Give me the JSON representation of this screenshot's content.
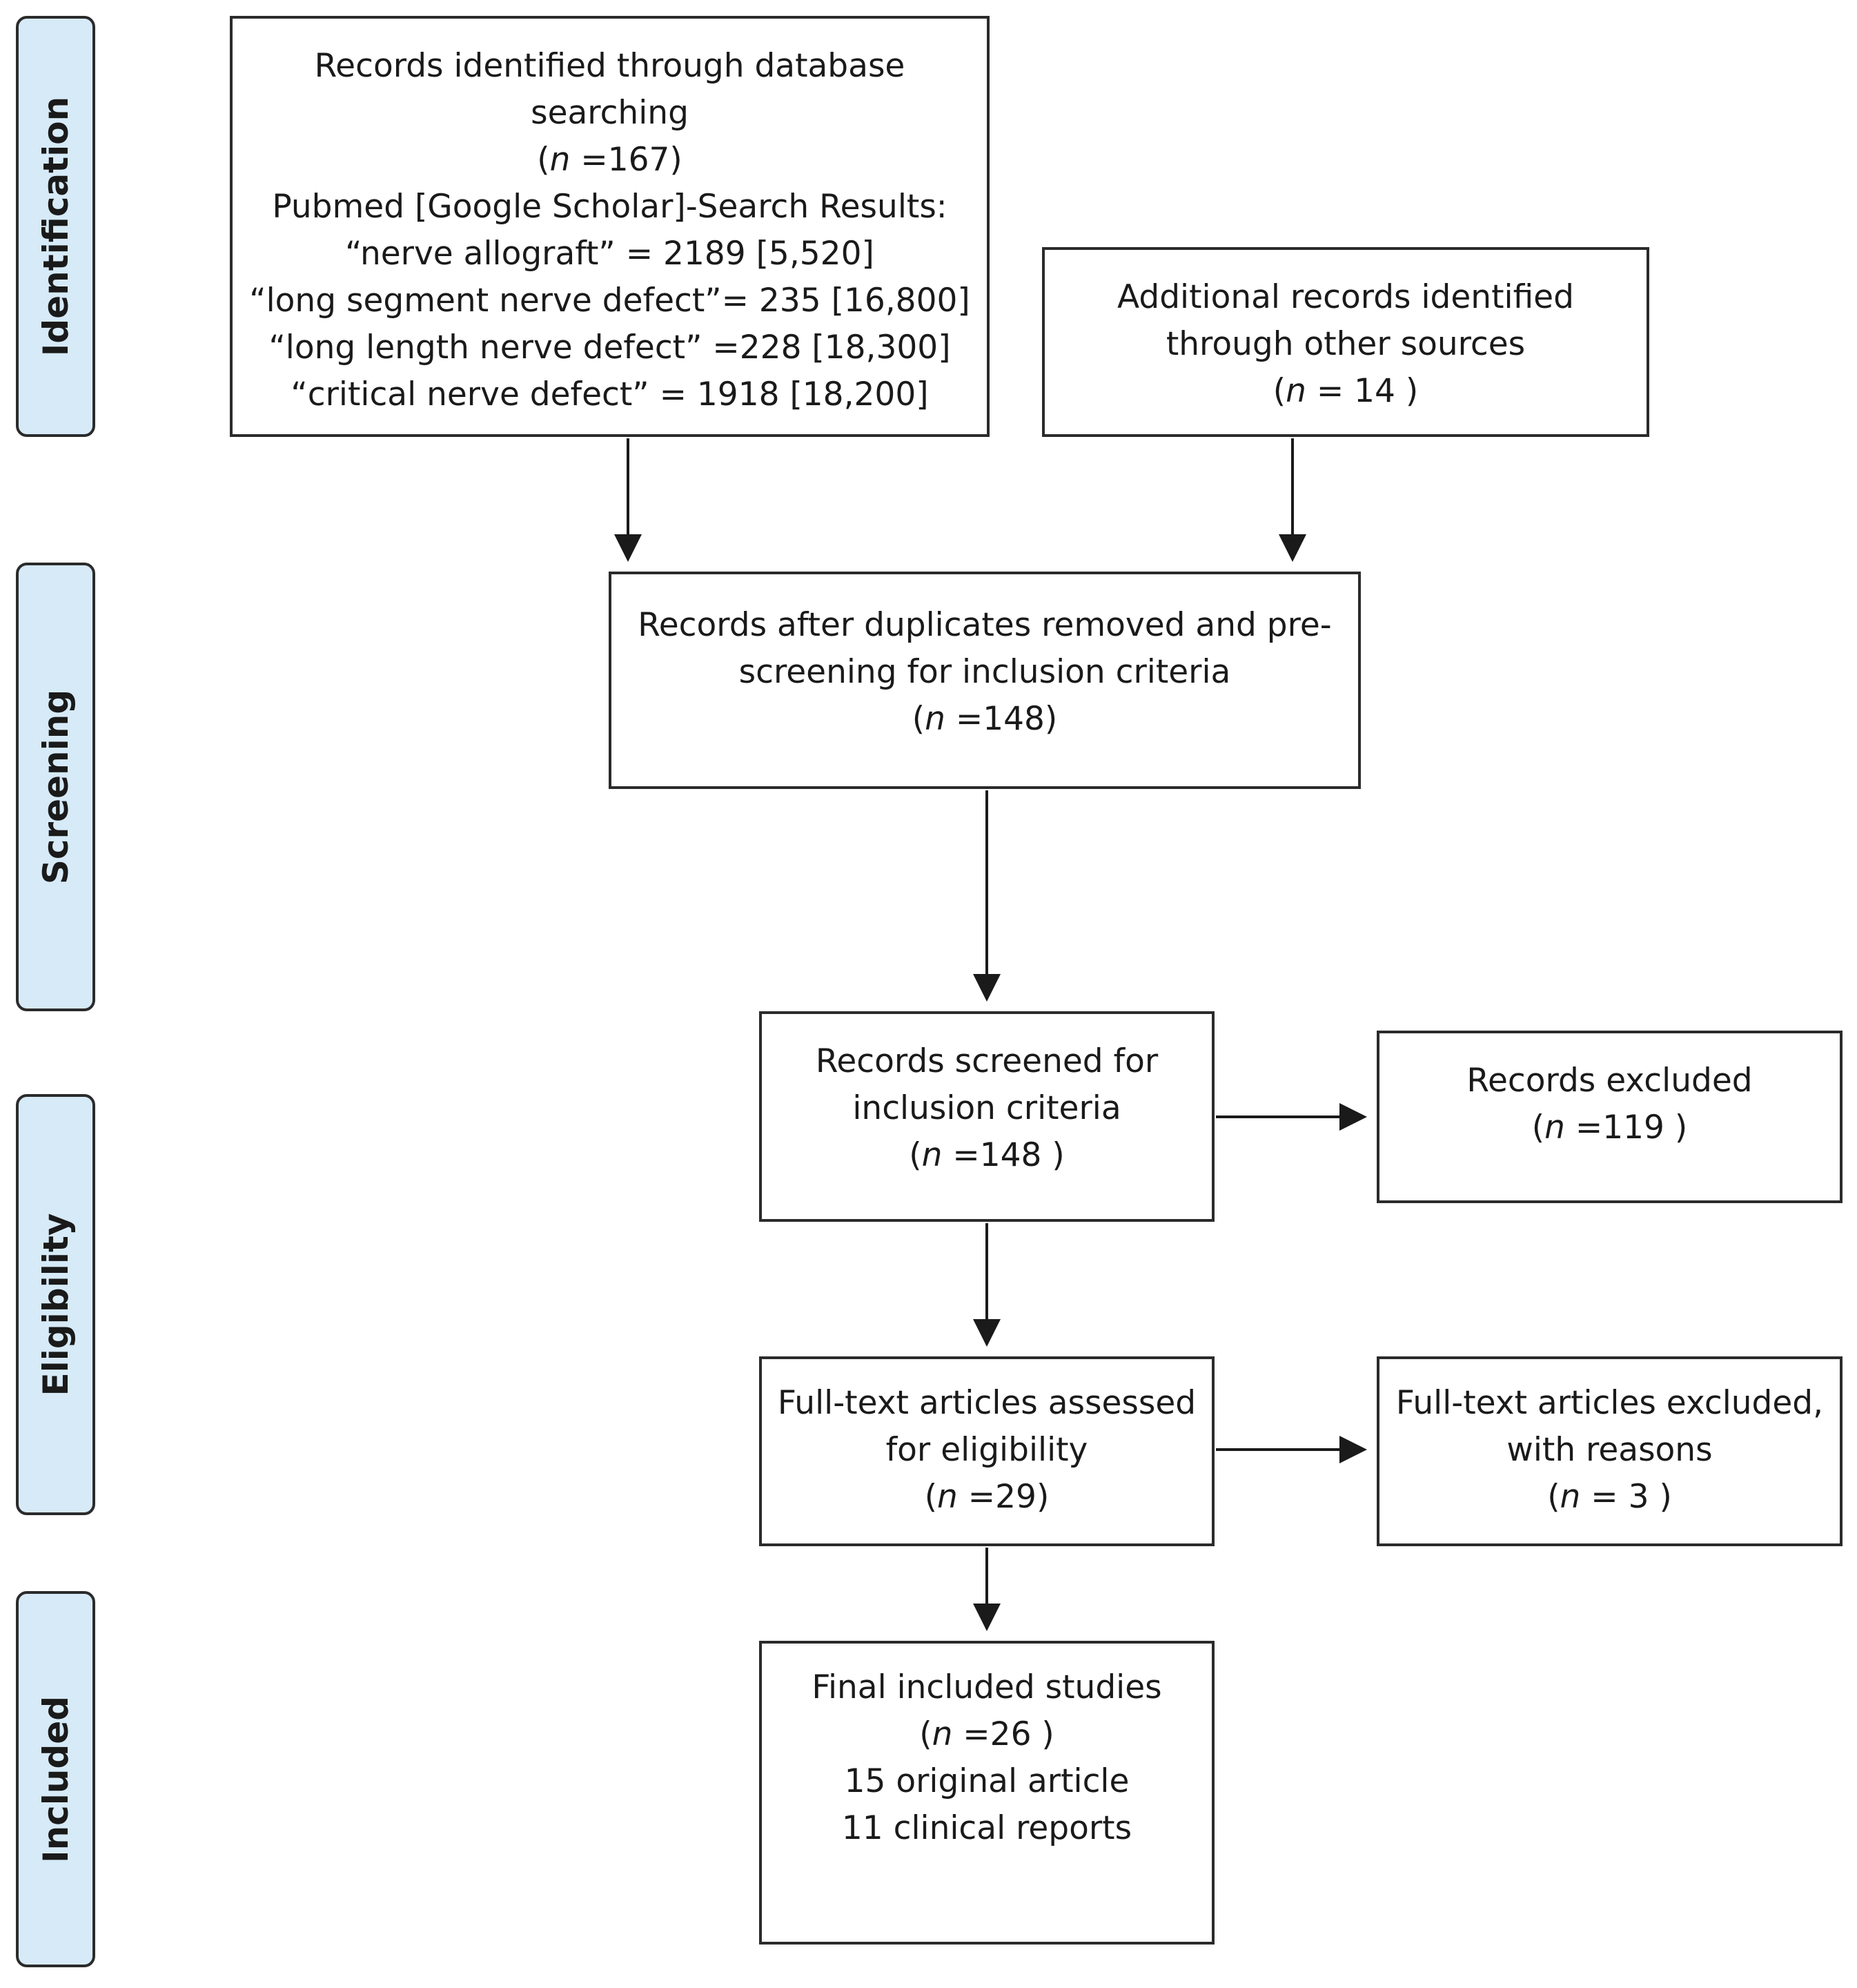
{
  "phases": {
    "identification": "Identification",
    "screening": "Screening",
    "eligibility": "Eligibility",
    "included": "Included"
  },
  "identified": {
    "line1": "Records identified through database",
    "line2": "searching",
    "n_open": "(",
    "n_italic": "n",
    "n_rest": " =167)",
    "search_heading": "Pubmed [Google Scholar]-Search Results:",
    "search_results": [
      "“nerve allograft” =  2189 [5,520]",
      "“long segment nerve defect”= 235 [16,800]",
      "“long length nerve defect” =228 [18,300]",
      "“critical nerve defect” =  1918 [18,200]"
    ]
  },
  "additional": {
    "line1": "Additional records identified",
    "line2": "through other sources",
    "n_open": "(",
    "n_italic": "n",
    "n_rest": " = 14 )"
  },
  "after_duplicates": {
    "line1": "Records after duplicates removed and pre-",
    "line2": "screening for inclusion criteria",
    "n_open": "(",
    "n_italic": "n",
    "n_rest": " =148)"
  },
  "screened": {
    "line1": "Records screened for",
    "line2": "inclusion criteria",
    "n_open": "(",
    "n_italic": "n",
    "n_rest": " =148 )"
  },
  "excluded": {
    "line1": "Records excluded",
    "n_open": "(",
    "n_italic": "n",
    "n_rest": " =119 )"
  },
  "fulltext": {
    "line1": "Full-text articles assessed",
    "line2": "for eligibility",
    "n_open": "(",
    "n_italic": "n",
    "n_rest": " =29)"
  },
  "fulltext_excluded": {
    "line1": "Full-text articles excluded,",
    "line2": "with reasons",
    "n_open": "(",
    "n_italic": "n",
    "n_rest": " = 3 )"
  },
  "final": {
    "line1": "Final included studies",
    "n_open": "(",
    "n_italic": "n",
    "n_rest": " =26 )",
    "line3": "15 original article",
    "line4": "11 clinical reports"
  }
}
